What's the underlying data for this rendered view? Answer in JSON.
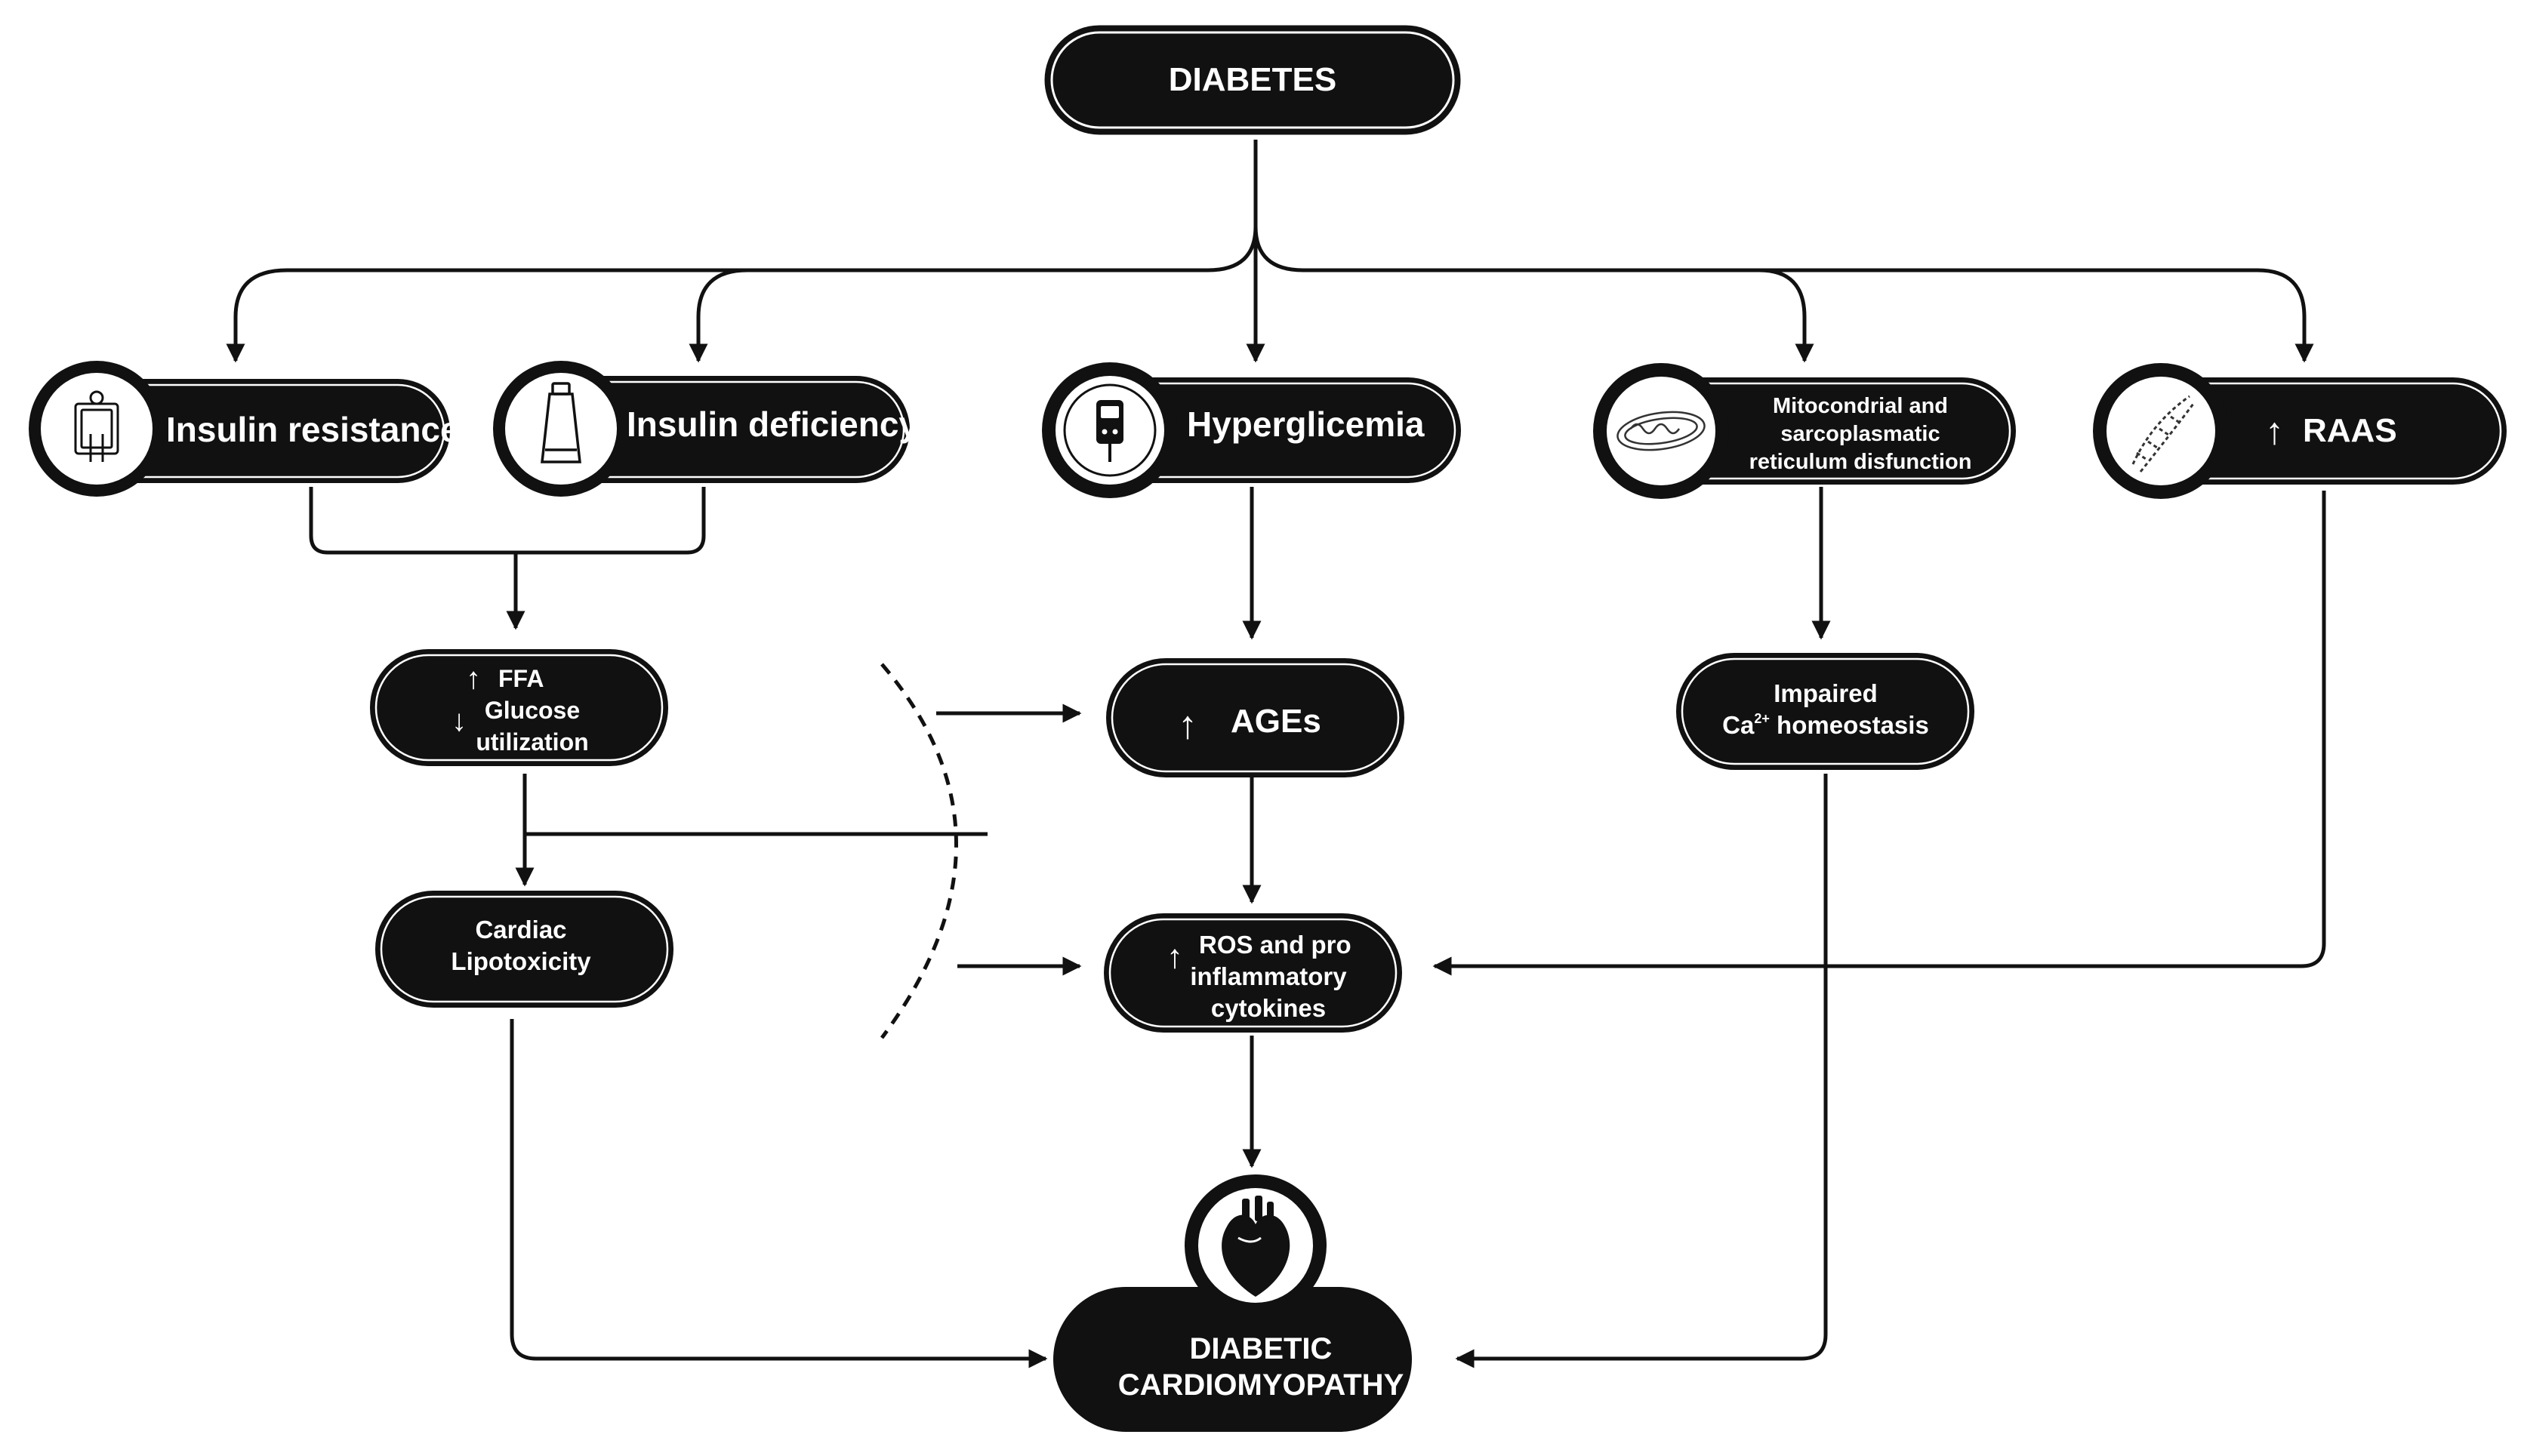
{
  "nodes": {
    "diabetes": {
      "label": "DIABETES"
    },
    "insulin_resistance": {
      "label": "Insulin resistance",
      "icon": "patient-scan-icon"
    },
    "insulin_deficiency": {
      "label": "Insulin deficiency",
      "icon": "insulin-tube-icon"
    },
    "hyperglicemia": {
      "label": "Hyperglicemia",
      "icon": "glucometer-icon"
    },
    "mitochondrial": {
      "lines": [
        "Mitocondrial and",
        "sarcoplasmatic",
        "reticulum disfunction"
      ],
      "icon": "mitochondria-icon"
    },
    "raas": {
      "label": "RAAS",
      "arrow": "↑",
      "icon": "dna-icon"
    },
    "ffa_glucose": {
      "arrow_up": "↑",
      "arrow_down": "↓",
      "line1": "FFA",
      "line2": "Glucose",
      "line3": "utilization"
    },
    "ages": {
      "label": "AGEs",
      "arrow": "↑"
    },
    "calcium": {
      "line1": "Impaired",
      "ca": "Ca",
      "sup": "2+",
      "rest": " homeostasis"
    },
    "lipotoxicity": {
      "lines": [
        "Cardiac",
        "Lipotoxicity"
      ]
    },
    "ros": {
      "arrow": "↑",
      "lines": [
        "ROS and pro",
        "inflammatory",
        "cytokines"
      ]
    },
    "cardiomyopathy": {
      "lines": [
        "DIABETIC",
        "CARDIOMYOPATHY"
      ],
      "icon": "heart-icon"
    }
  },
  "colors": {
    "node_fill": "#111111",
    "node_text": "#ffffff",
    "stroke": "#111111",
    "background": "#ffffff"
  }
}
